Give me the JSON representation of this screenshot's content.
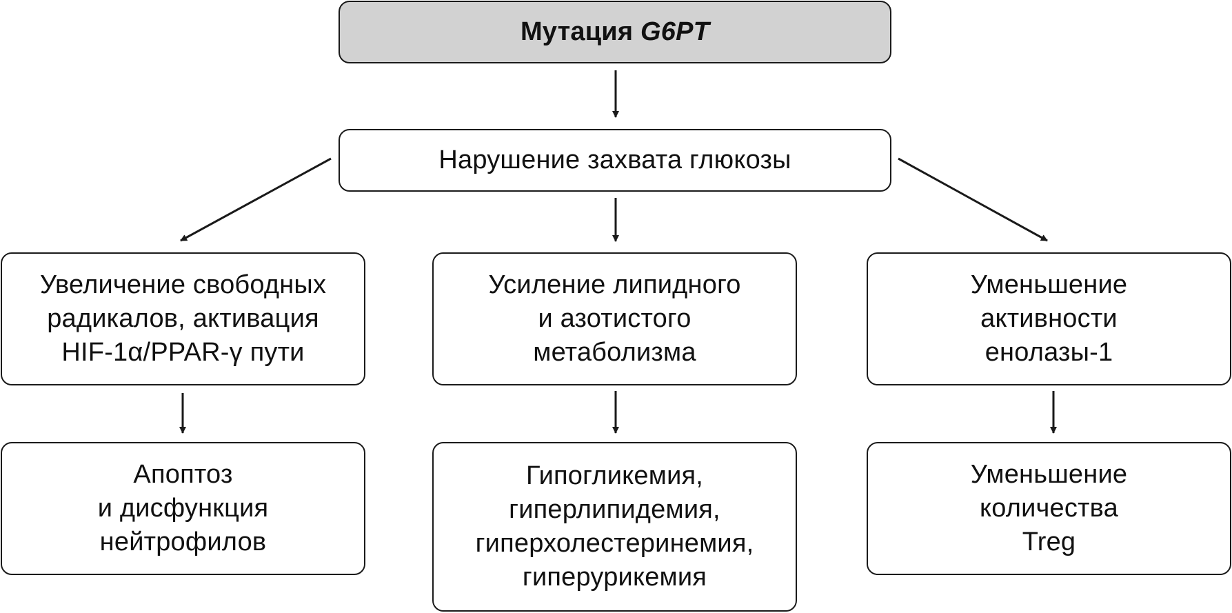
{
  "colors": {
    "root_fill": "#d2d2d2",
    "box_fill": "#ffffff",
    "stroke": "#1a1a1a"
  },
  "root": {
    "prefix": "Мутация ",
    "gene": "G6PT"
  },
  "mid": {
    "lines": [
      "Нарушение захвата глюкозы"
    ]
  },
  "branches": [
    {
      "effect": {
        "lines": [
          "Увеличение свободных",
          "радикалов, активация",
          "HIF-1α/PPAR-γ пути"
        ]
      },
      "outcome": {
        "lines": [
          "Апоптоз",
          "и дисфункция",
          "нейтрофилов"
        ]
      }
    },
    {
      "effect": {
        "lines": [
          "Усиление липидного",
          "и азотистого",
          "метаболизма"
        ]
      },
      "outcome": {
        "lines": [
          "Гипогликемия,",
          "гиперлипидемия,",
          "гиперхолестеринемия,",
          "гиперурикемия"
        ]
      }
    },
    {
      "effect": {
        "lines": [
          "Уменьшение",
          "активности",
          "енолазы-1"
        ]
      },
      "outcome": {
        "lines": [
          "Уменьшение",
          "количества",
          "Treg"
        ]
      }
    }
  ]
}
